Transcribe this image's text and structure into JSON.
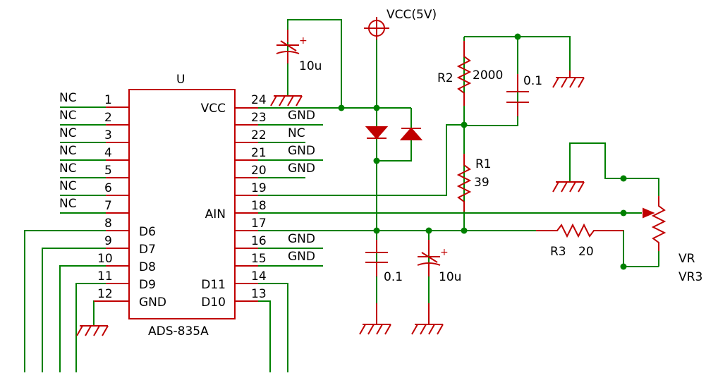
{
  "colors": {
    "wire": "#008000",
    "component": "#c00000",
    "junction": "#008000",
    "text": "#000000"
  },
  "chip": {
    "ref": "U",
    "part": "ADS-835A",
    "left_pins": [
      {
        "num": "1",
        "net": "NC",
        "func": ""
      },
      {
        "num": "2",
        "net": "NC",
        "func": ""
      },
      {
        "num": "3",
        "net": "NC",
        "func": ""
      },
      {
        "num": "4",
        "net": "NC",
        "func": ""
      },
      {
        "num": "5",
        "net": "NC",
        "func": ""
      },
      {
        "num": "6",
        "net": "NC",
        "func": ""
      },
      {
        "num": "7",
        "net": "NC",
        "func": ""
      },
      {
        "num": "8",
        "net": "",
        "func": ""
      },
      {
        "num": "9",
        "net": "",
        "func": "D6"
      },
      {
        "num": "10",
        "net": "",
        "func": "D7"
      },
      {
        "num": "11",
        "net": "",
        "func": "D8"
      },
      {
        "num": "12",
        "net": "",
        "func": "D9"
      },
      {
        "num": "",
        "net": "",
        "func": "GND"
      }
    ],
    "right_pins": [
      {
        "num": "24",
        "net": "",
        "func": "VCC"
      },
      {
        "num": "23",
        "net": "GND",
        "func": ""
      },
      {
        "num": "22",
        "net": "NC",
        "func": ""
      },
      {
        "num": "21",
        "net": "GND",
        "func": ""
      },
      {
        "num": "20",
        "net": "GND",
        "func": ""
      },
      {
        "num": "19",
        "net": "",
        "func": ""
      },
      {
        "num": "18",
        "net": "",
        "func": "AIN"
      },
      {
        "num": "17",
        "net": "",
        "func": ""
      },
      {
        "num": "16",
        "net": "GND",
        "func": ""
      },
      {
        "num": "15",
        "net": "GND",
        "func": ""
      },
      {
        "num": "14",
        "net": "",
        "func": ""
      },
      {
        "num": "13",
        "net": "",
        "func": "D11"
      },
      {
        "num": "",
        "net": "",
        "func": "D10"
      }
    ]
  },
  "power": {
    "vcc_label": "VCC(5V)"
  },
  "components": {
    "c_top": {
      "value": "10u"
    },
    "r2": {
      "ref": "R2",
      "value": "2000"
    },
    "c_r2": {
      "value": "0.1"
    },
    "r1": {
      "ref": "R1",
      "value": "39"
    },
    "c_bot1": {
      "value": "0.1"
    },
    "c_bot2": {
      "value": "10u"
    },
    "r3": {
      "ref": "R3",
      "value": "20"
    },
    "vr": {
      "ref": "VR",
      "value": "VR3"
    }
  }
}
